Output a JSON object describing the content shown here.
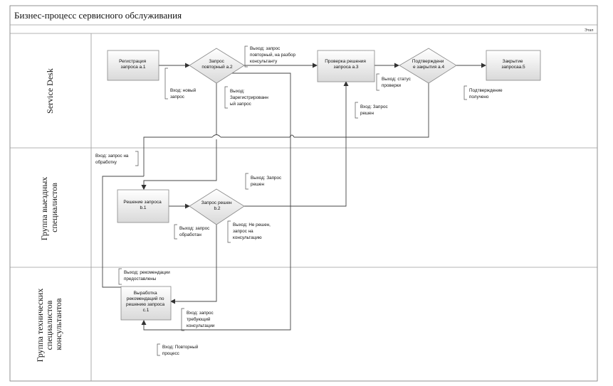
{
  "title": "Бизнес-процесс сервисного обслуживания",
  "stage_label": "Этап",
  "lanes": {
    "service_desk": "Service Desk",
    "field": [
      "Группа выездных",
      "специалистов"
    ],
    "tech": [
      "Группа технических",
      "специалистов",
      "консультантов"
    ]
  },
  "nodes": {
    "a1": [
      "Регистрация",
      "запроса а.1"
    ],
    "a2": [
      "Запрос",
      "повторный а.2"
    ],
    "a3": [
      "Проверка решения",
      "запроса а.3"
    ],
    "a4": [
      "Подтверждени",
      "е закрытия а.4"
    ],
    "a5": [
      "Закрытие",
      "запросаа.5"
    ],
    "b1": [
      "Решение запроса",
      "b.1"
    ],
    "b2": [
      "Запрос решен",
      "b.2"
    ],
    "c1": [
      "Выработка",
      "рекомендаций по",
      "решению запроса",
      "c.1"
    ]
  },
  "annotations": {
    "a1_in": [
      "Вход: новый",
      "запрос"
    ],
    "a2_out_repeat": [
      "Выход: запрос",
      "повторный, на разбор",
      "консультанту"
    ],
    "a2_out_registered": [
      "Выход:",
      "Зарегистрированн",
      "ый запрос"
    ],
    "a3_out": [
      "Выход: статус",
      "проверки"
    ],
    "a3_in": [
      "Вход: Запрос",
      "решен"
    ],
    "a4_out": [
      "Подтверждение",
      "получено"
    ],
    "b1_in": [
      "Вход: запрос на",
      "обработку"
    ],
    "b1_out": [
      "Выход: запрос",
      "обработан"
    ],
    "b2_out_solved": [
      "Выход: Запрос",
      "решен"
    ],
    "b2_out_unsolved": [
      "Выход: Не решен,",
      "запрос на",
      "консультацию"
    ],
    "c1_out": [
      "Выход: рекомендации",
      "предоставлены"
    ],
    "c1_in_consult": [
      "Вход: запрос",
      "требующий",
      "консультации"
    ],
    "c1_in_repeat": [
      "Вход: Повторный",
      "процесс"
    ]
  },
  "colors": {
    "box_top": "#ffffff",
    "box_bottom": "#dcdcdc",
    "lines": "#444444"
  }
}
